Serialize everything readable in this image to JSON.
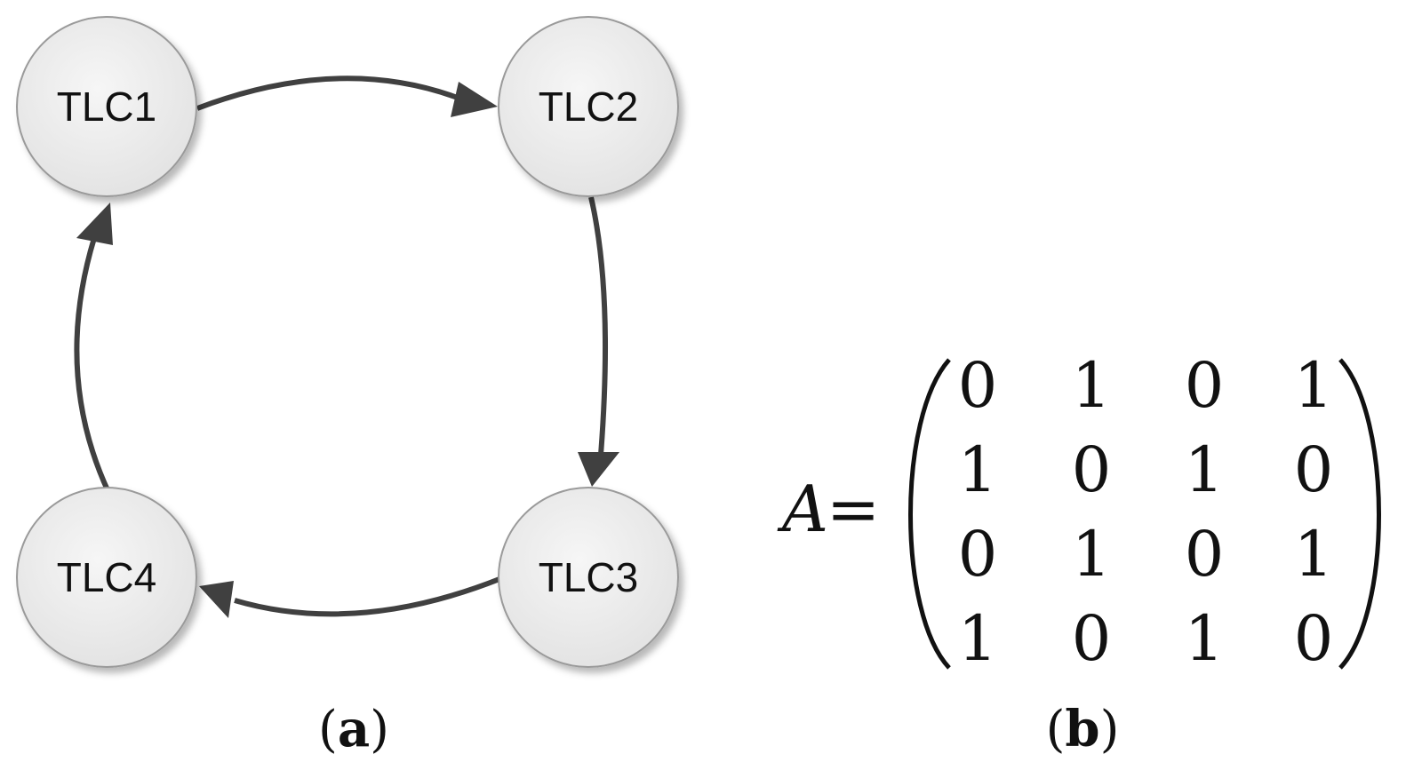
{
  "panel_a": {
    "nodes": [
      {
        "id": "n1",
        "label": "TLC1"
      },
      {
        "id": "n2",
        "label": "TLC2"
      },
      {
        "id": "n3",
        "label": "TLC3"
      },
      {
        "id": "n4",
        "label": "TLC4"
      }
    ],
    "edges": [
      {
        "from": "TLC1",
        "to": "TLC2"
      },
      {
        "from": "TLC2",
        "to": "TLC3"
      },
      {
        "from": "TLC3",
        "to": "TLC4"
      },
      {
        "from": "TLC4",
        "to": "TLC1"
      }
    ],
    "caption": {
      "open": "(",
      "letter": "a",
      "close": ")"
    }
  },
  "panel_b": {
    "lhs": "A",
    "equals": "=",
    "matrix": [
      [
        "0",
        "1",
        "0",
        "1"
      ],
      [
        "1",
        "0",
        "1",
        "0"
      ],
      [
        "0",
        "1",
        "0",
        "1"
      ],
      [
        "1",
        "0",
        "1",
        "0"
      ]
    ],
    "caption": {
      "open": "(",
      "letter": "b",
      "close": ")"
    }
  },
  "colors": {
    "node_fill": "#ececec",
    "node_stroke": "#9a9a9a",
    "edge": "#404040",
    "text": "#111111"
  }
}
